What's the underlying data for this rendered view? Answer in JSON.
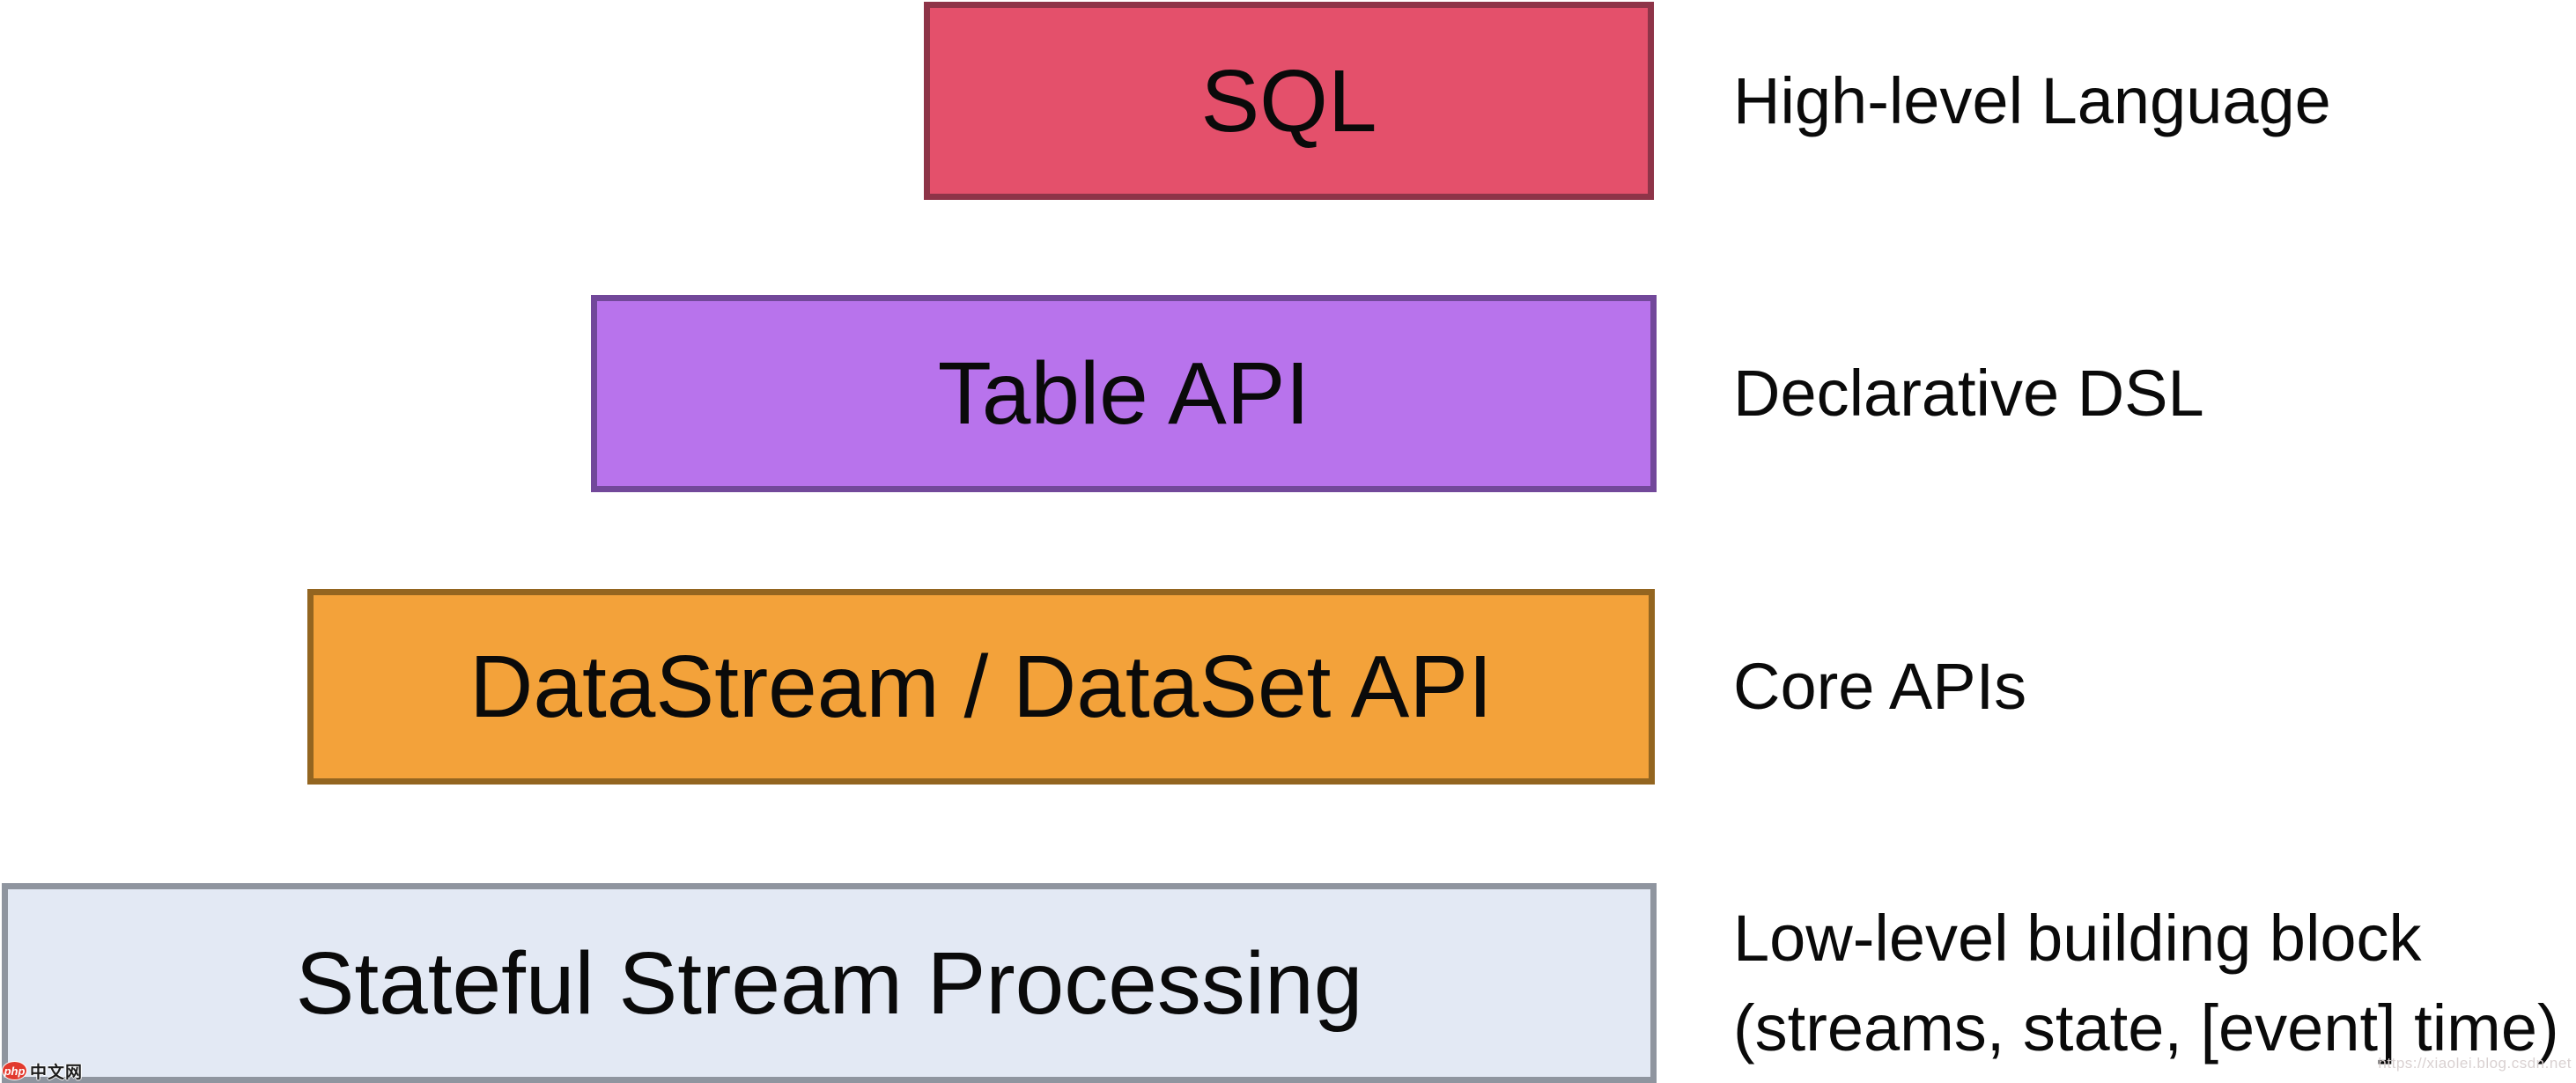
{
  "layers": [
    {
      "label": "SQL",
      "annotation": "High-level Language",
      "fill": "#e4506b",
      "border": "#8e3448"
    },
    {
      "label": "Table API",
      "annotation": "Declarative DSL",
      "fill": "#b873ec",
      "border": "#72489a"
    },
    {
      "label": "DataStream / DataSet API",
      "annotation": "Core APIs",
      "fill": "#f3a23a",
      "border": "#936520"
    },
    {
      "label": "Stateful Stream Processing",
      "annotation_line1": "Low-level building block",
      "annotation_line2": "(streams, state, [event] time)",
      "fill": "#e3e9f4",
      "border": "#8f959f"
    }
  ],
  "watermarks": {
    "site_badge": "php",
    "site_badge_color": "#e23a2e",
    "site_name": "中文网",
    "source_url": "https://xiaolei.blog.csdn.net"
  }
}
